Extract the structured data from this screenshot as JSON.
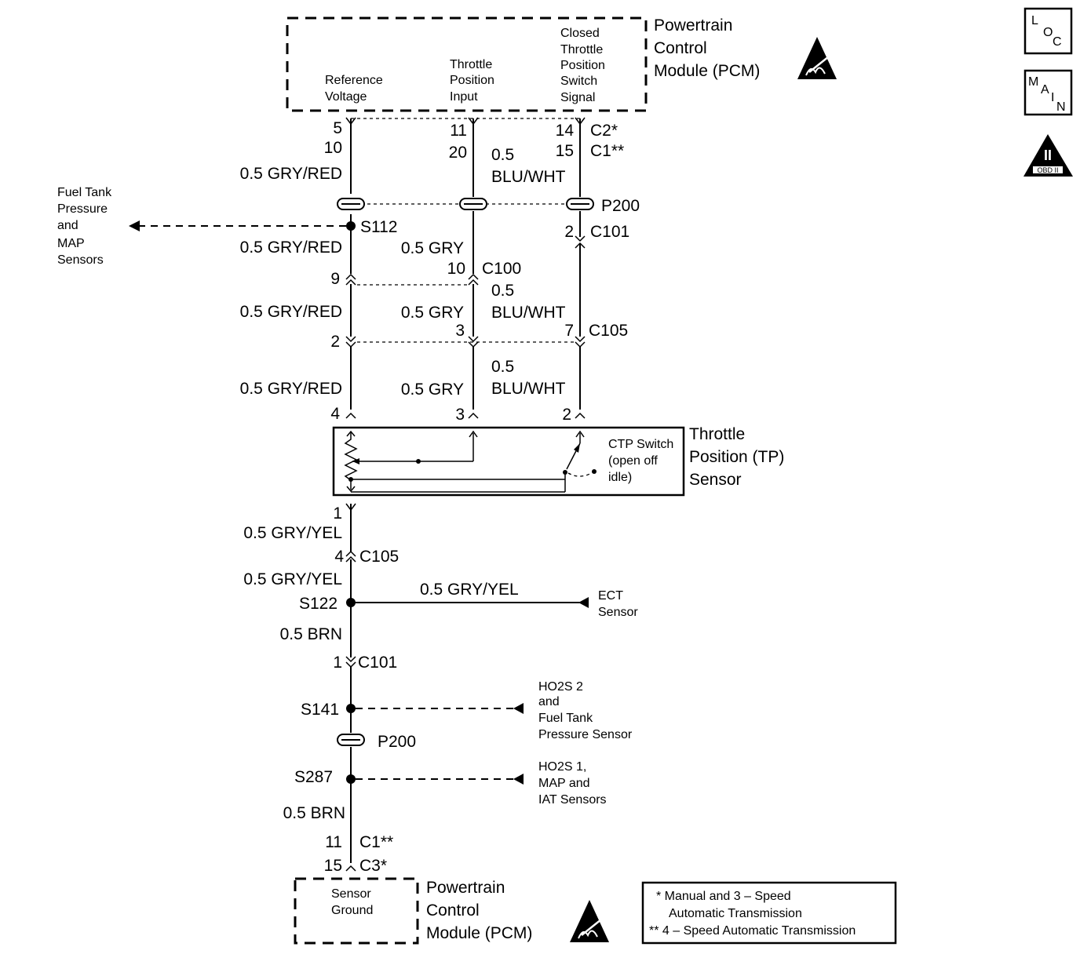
{
  "pcm_top": {
    "name": [
      "Powertrain",
      "Control",
      "Module (PCM)"
    ],
    "pins": {
      "ref_voltage": [
        "Reference",
        "Voltage"
      ],
      "tp_input": [
        "Throttle",
        "Position",
        "Input"
      ],
      "ctp_signal": [
        "Closed",
        "Throttle",
        "Position",
        "Switch",
        "Signal"
      ]
    }
  },
  "pcm_bottom": {
    "name": [
      "Powertrain",
      "Control",
      "Module (PCM)"
    ],
    "pin": [
      "Sensor",
      "Ground"
    ]
  },
  "icons": {
    "loc": [
      "L",
      "O",
      "C"
    ],
    "main": [
      "M",
      "A",
      "I",
      "N"
    ],
    "obd": {
      "roman": "II",
      "label": "OBD II"
    }
  },
  "wire1": {
    "pcm_pins": [
      "5",
      "10"
    ],
    "labels": [
      "0.5 GRY/RED",
      "0.5 GRY/RED",
      "0.5 GRY/RED",
      "0.5 GRY/RED"
    ],
    "pins": [
      "9",
      "2",
      "4"
    ]
  },
  "wire2": {
    "pcm_pins": [
      "11",
      "20"
    ],
    "labels": [
      "0.5 GRY",
      "0.5 GRY",
      "0.5 GRY"
    ],
    "pins": [
      "10",
      "3",
      "3"
    ]
  },
  "wire3": {
    "pcm_pins": [
      "14",
      "15"
    ],
    "pcm_connectors": [
      "C2*",
      "C1**"
    ],
    "labels": [
      [
        "0.5",
        "BLU/WHT"
      ],
      [
        "0.5",
        "BLU/WHT"
      ],
      [
        "0.5",
        "BLU/WHT"
      ]
    ],
    "pins": [
      "2",
      "7",
      "2"
    ]
  },
  "connectors": {
    "p200": "P200",
    "c101": "C101",
    "c100": "C100",
    "c105": "C105",
    "s112": "S112"
  },
  "fuel_tank": [
    "Fuel Tank",
    "Pressure",
    "and",
    "MAP",
    "Sensors"
  ],
  "tp_sensor": {
    "name": [
      "Throttle",
      "Position (TP)",
      "Sensor"
    ],
    "ctp_switch": [
      "CTP Switch",
      "(open off",
      "idle)"
    ]
  },
  "ground": {
    "pin_tp": "1",
    "label_1": "0.5 GRY/YEL",
    "c105_pin": "4",
    "c105": "C105",
    "label_2": "0.5 GRY/YEL",
    "s122": "S122",
    "ect_wire": "0.5 GRY/YEL",
    "ect": [
      "ECT",
      "Sensor"
    ],
    "label_3": "0.5 BRN",
    "c101_pin": "1",
    "c101": "C101",
    "s141": "S141",
    "ho2s2": [
      "HO2S 2",
      "and",
      "Fuel Tank",
      "Pressure Sensor"
    ],
    "p200": "P200",
    "s287": "S287",
    "ho2s1": [
      "HO2S 1,",
      "MAP and",
      "IAT Sensors"
    ],
    "label_4": "0.5 BRN",
    "pcm_pins": [
      "11",
      "15"
    ],
    "pcm_connectors": [
      "C1**",
      "C3*"
    ]
  },
  "legend": [
    "* Manual and 3 – Speed",
    "Automatic Transmission",
    "** 4 – Speed Automatic Transmission"
  ]
}
